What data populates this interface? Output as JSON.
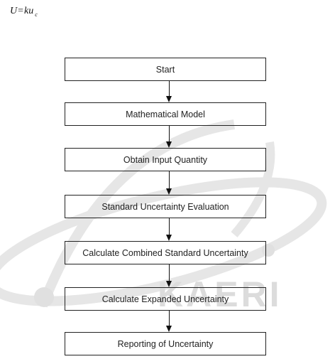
{
  "formula": {
    "lhs": "U",
    "equals": "=",
    "rhs": "ku",
    "subscript": "c"
  },
  "watermark": {
    "text": "KAERI"
  },
  "flowchart": {
    "steps": [
      "Start",
      "Mathematical Model",
      "Obtain Input Quantity",
      "Standard Uncertainty Evaluation",
      "Calculate Combined Standard Uncertainty",
      "Calculate Expanded Uncertainty",
      "Reporting of Uncertainty"
    ]
  }
}
